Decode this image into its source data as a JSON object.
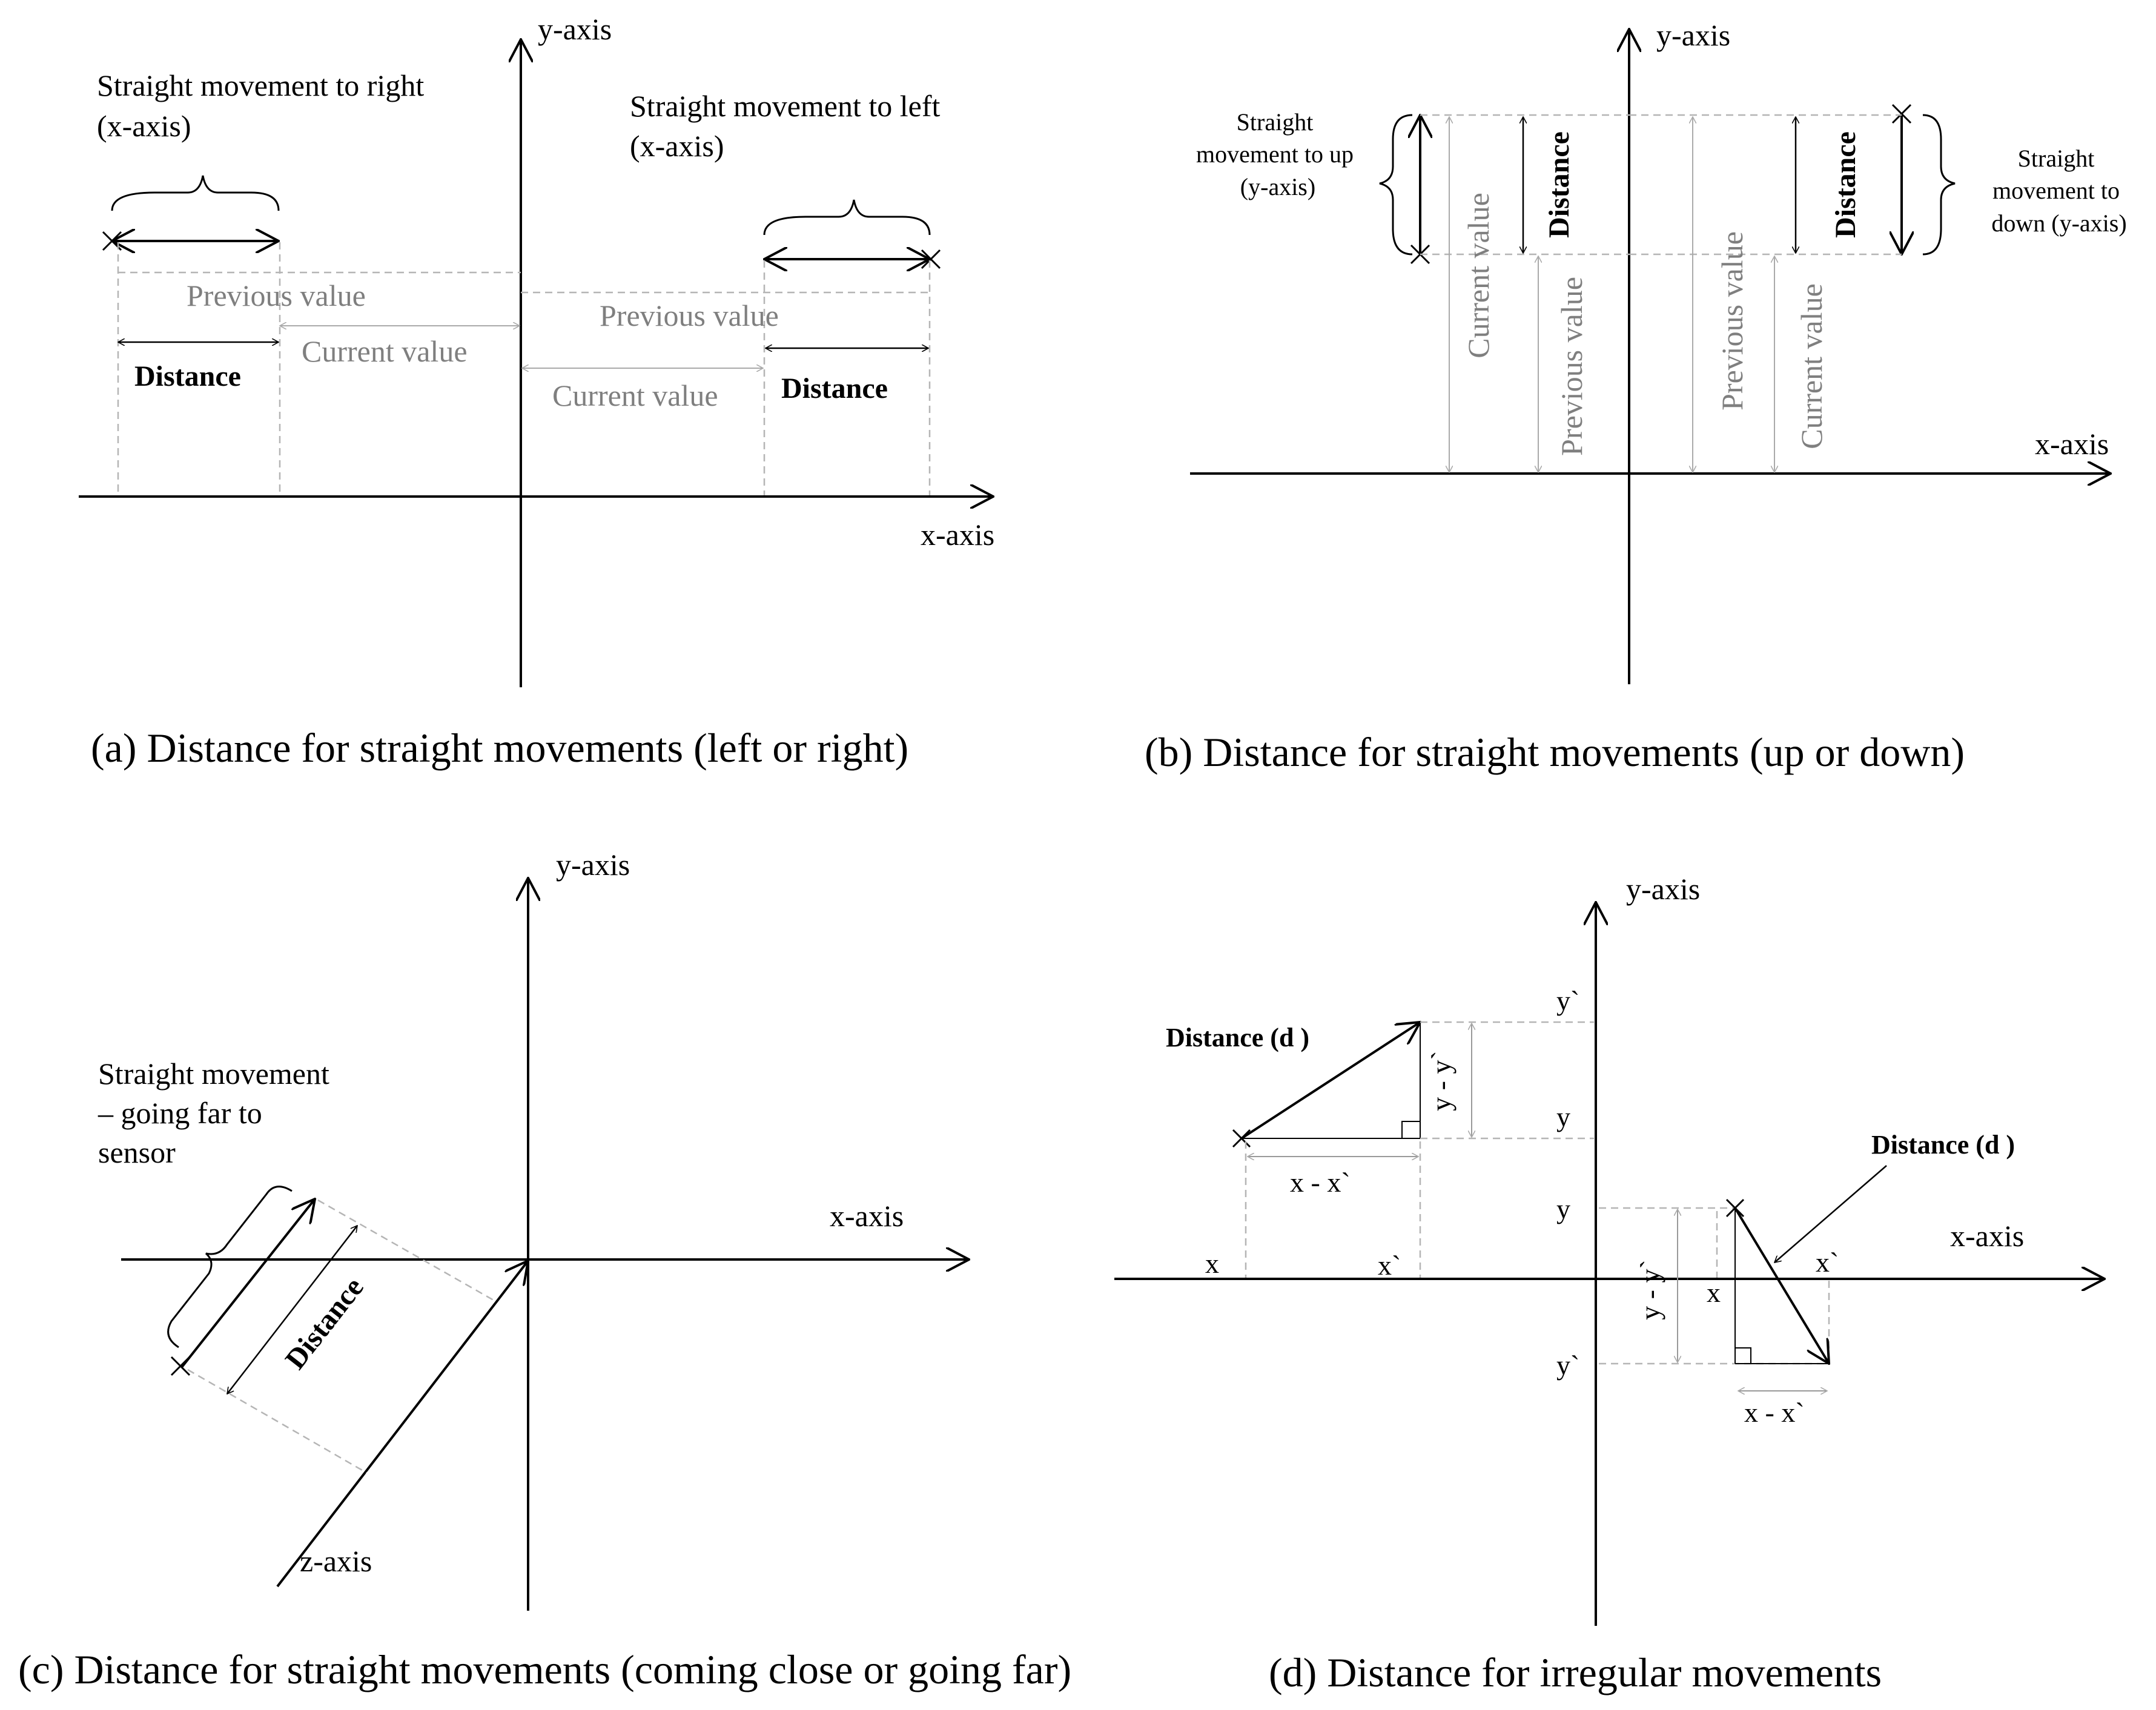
{
  "panel_a": {
    "caption": "(a) Distance for straight movements (left or right)",
    "y_axis": "y-axis",
    "x_axis": "x-axis",
    "right_title_1": "Straight movement to right",
    "right_title_2": "(x-axis)",
    "left_title_1": "Straight movement to left",
    "left_title_2": "(x-axis)",
    "previous_value": "Previous value",
    "current_value": "Current value",
    "distance": "Distance"
  },
  "panel_b": {
    "caption": "(b) Distance for straight movements (up or down)",
    "y_axis": "y-axis",
    "x_axis": "x-axis",
    "up_title": [
      "Straight",
      "movement to up",
      "(y-axis)"
    ],
    "down_title": [
      "Straight",
      "movement to",
      "down (y-axis)"
    ],
    "current_value": "Current value",
    "previous_value": "Previous value",
    "distance": "Distance"
  },
  "panel_c": {
    "caption": "(c) Distance for straight movements (coming close or going far)",
    "y_axis": "y-axis",
    "x_axis": "x-axis",
    "z_axis": "z-axis",
    "title": [
      "Straight movement",
      "– going far to",
      "sensor"
    ],
    "distance": "Distance"
  },
  "panel_d": {
    "caption": "(d) Distance for irregular movements",
    "y_axis": "y-axis",
    "x_axis": "x-axis",
    "distance_label": "Distance (d )",
    "x": "x",
    "x_prime": "x`",
    "y": "y",
    "y_prime": "y`",
    "y_diff": "y - y`",
    "x_diff": "x - x`"
  },
  "colors": {
    "ink": "#000000",
    "grey_text": "#7f7f7f",
    "guide": "#b5b5b5"
  }
}
